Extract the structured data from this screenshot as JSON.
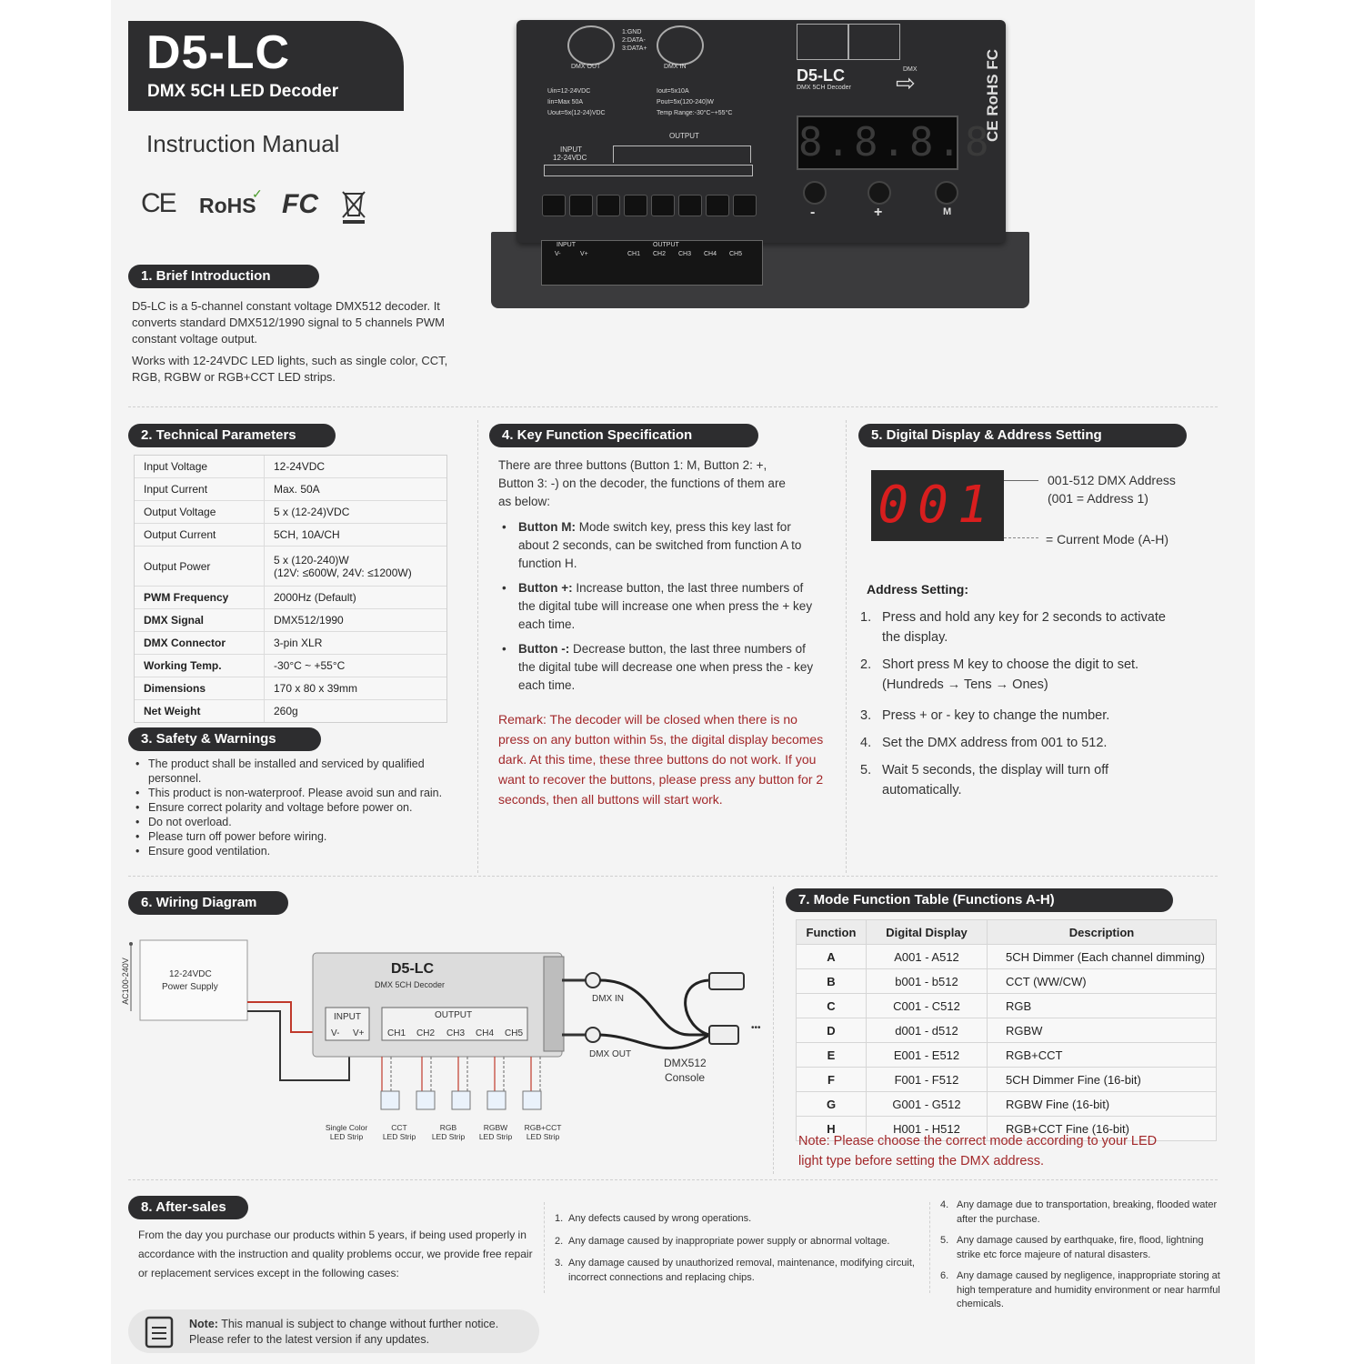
{
  "header": {
    "model": "D5-LC",
    "subtitle": "DMX 5CH LED Decoder",
    "doc_type": "Instruction Manual",
    "cert_marks": [
      "CE",
      "RoHS",
      "FC",
      "WEEE"
    ]
  },
  "device_photo": {
    "model": "D5-LC",
    "subtitle": "DMX 5CH Decoder",
    "dmx_out": "DMX OUT",
    "dmx_in": "DMX IN",
    "pinout": [
      "1:GND",
      "2:DATA-",
      "3:DATA+"
    ],
    "specs_left": [
      "Uin=12-24VDC",
      "Iin=Max 50A",
      "Uout=5x(12-24)VDC"
    ],
    "specs_right": [
      "Iout=5x10A",
      "Pout=5x(120-240)W",
      "Temp Range:-30°C~+55°C"
    ],
    "output_label": "OUTPUT",
    "input_label": "INPUT",
    "input_voltage": "12-24VDC",
    "display": "8.8.8.8",
    "buttons": [
      "-",
      "+",
      "M"
    ],
    "side_marks": "CE RoHS FC",
    "dmx_arrow": "DMX",
    "top_jacks": [
      "DMX OUT",
      "DMX IN"
    ],
    "channels": [
      "CH1",
      "CH2",
      "CH3",
      "CH4",
      "CH5"
    ],
    "front_input": [
      "V-",
      "V+"
    ]
  },
  "sec1": {
    "title": "1.  Brief Introduction",
    "p1": "D5-LC is a 5-channel constant voltage DMX512 decoder. It converts standard DMX512/1990 signal to 5 channels PWM constant voltage output.",
    "p2": "Works with 12-24VDC LED lights, such as single color, CCT, RGB, RGBW or RGB+CCT LED strips."
  },
  "sec2": {
    "title": "2.  Technical Parameters",
    "rows": [
      {
        "k": "Input Voltage",
        "v": "12-24VDC",
        "bold": false
      },
      {
        "k": "Input Current",
        "v": "Max. 50A",
        "bold": false
      },
      {
        "k": "Output Voltage",
        "v": "5 x (12-24)VDC",
        "bold": false
      },
      {
        "k": "Output Current",
        "v": "5CH, 10A/CH",
        "bold": false
      },
      {
        "k": "Output Power",
        "v": "5 x (120-240)W",
        "v2": "(12V: ≤600W, 24V: ≤1200W)",
        "bold": false
      },
      {
        "k": "PWM Frequency",
        "v": "2000Hz (Default)",
        "bold": true
      },
      {
        "k": "DMX Signal",
        "v": "DMX512/1990",
        "bold": true
      },
      {
        "k": "DMX Connector",
        "v": "3-pin XLR",
        "bold": true
      },
      {
        "k": "Working Temp.",
        "v": "-30°C ~ +55°C",
        "bold": true
      },
      {
        "k": "Dimensions",
        "v": "170 x 80 x 39mm",
        "bold": true
      },
      {
        "k": "Net Weight",
        "v": "260g",
        "bold": true
      }
    ]
  },
  "sec3": {
    "title": "3.  Safety & Warnings",
    "items": [
      "The product shall be installed and serviced by qualified personnel.",
      "This product is non-waterproof. Please avoid sun and rain.",
      "Ensure correct polarity and voltage before power on.",
      "Do not overload.",
      "Please turn off power before wiring.",
      "Ensure good ventilation."
    ]
  },
  "sec4": {
    "title": "4.  Key Function Specification",
    "intro": "There are three buttons (Button 1: M, Button 2: +, Button 3: -) on the decoder, the functions of them are as below:",
    "items": [
      {
        "b": "Button M:",
        "t": " Mode switch key, press this key last for about 2 seconds, can be switched from function A to function H."
      },
      {
        "b": "Button +:",
        "t": " Increase button, the last three numbers of the digital tube will increase one when press the + key each time."
      },
      {
        "b": "Button -:",
        "t": " Decrease button, the last three numbers of the digital tube will decrease one when press the - key each time."
      }
    ],
    "remark": "Remark: The decoder will be closed when there is no press on any button within 5s, the digital display becomes dark. At this time, these three buttons do not work. If you want to recover the buttons, please press any button for 2 seconds, then all buttons will start work."
  },
  "sec5": {
    "title": "5.  Digital Display & Address Setting",
    "display": "001",
    "callout1a": "001-512 DMX Address",
    "callout1b": "(001 = Address 1)",
    "callout2": "= Current Mode (A-H)",
    "subtitle": "Address Setting:",
    "steps": [
      {
        "n": "1.",
        "a": "Press and hold any key for 2 seconds to activate",
        "b": "the display."
      },
      {
        "n": "2.",
        "a": "Short press M key to choose the digit to set.",
        "b": "(Hundreds → Tens → Ones)"
      },
      {
        "n": "3.",
        "a": "Press + or - key to change the number.",
        "b": ""
      },
      {
        "n": "4.",
        "a": "Set the DMX address from 001 to 512.",
        "b": ""
      },
      {
        "n": "5.",
        "a": "Wait 5 seconds, the display will turn off",
        "b": "automatically."
      }
    ]
  },
  "sec6": {
    "title": "6.  Wiring Diagram",
    "psu_line1": "12-24VDC",
    "psu_line2": "Power Supply",
    "psu_ac": "AC100-240V",
    "dev_model": "D5-LC",
    "dev_sub": "DMX 5CH Decoder",
    "input": "INPUT",
    "output": "OUTPUT",
    "in_terms": [
      "V-",
      "V+"
    ],
    "channels": [
      "CH1",
      "CH2",
      "CH3",
      "CH4",
      "CH5"
    ],
    "dmx_in": "DMX IN",
    "dmx_out": "DMX OUT",
    "console1": "DMX512",
    "console2": "Console",
    "strips": [
      {
        "a": "Single Color",
        "b": "LED Strip"
      },
      {
        "a": "CCT",
        "b": "LED Strip"
      },
      {
        "a": "RGB",
        "b": "LED Strip"
      },
      {
        "a": "RGBW",
        "b": "LED Strip"
      },
      {
        "a": "RGB+CCT",
        "b": "LED Strip"
      }
    ],
    "dots": "•••"
  },
  "sec7": {
    "title": "7.  Mode Function Table (Functions A-H)",
    "headers": [
      "Function",
      "Digital Display",
      "Description"
    ],
    "rows": [
      [
        "A",
        "A001 - A512",
        "5CH Dimmer (Each channel dimming)"
      ],
      [
        "B",
        "b001 - b512",
        "CCT (WW/CW)"
      ],
      [
        "C",
        "C001 - C512",
        "RGB"
      ],
      [
        "D",
        "d001 - d512",
        "RGBW"
      ],
      [
        "E",
        "E001 - E512",
        "RGB+CCT"
      ],
      [
        "F",
        "F001 - F512",
        "5CH Dimmer Fine (16-bit)"
      ],
      [
        "G",
        "G001 - G512",
        "RGBW Fine (16-bit)"
      ],
      [
        "H",
        "H001 - H512",
        "RGB+CCT Fine (16-bit)"
      ]
    ],
    "note": "Note: Please choose the correct mode according to your LED light type before setting the DMX address."
  },
  "sec8": {
    "title": "8.  After-sales",
    "intro": "From the day you purchase our products within 5 years, if being used properly in accordance with the instruction and quality problems occur, we provide free repair or replacement services except in the following cases:",
    "cases_mid": [
      {
        "n": "1.",
        "t": "Any defects caused by wrong operations."
      },
      {
        "n": "2.",
        "t": "Any damage caused by inappropriate power supply or abnormal voltage."
      },
      {
        "n": "3.",
        "t": "Any damage caused by unauthorized removal, maintenance, modifying circuit, incorrect connections and replacing chips."
      }
    ],
    "cases_right": [
      {
        "n": "4.",
        "t": "Any damage due to transportation, breaking, flooded water after the purchase."
      },
      {
        "n": "5.",
        "t": "Any damage caused by earthquake, fire, flood, lightning strike etc force majeure of natural disasters."
      },
      {
        "n": "6.",
        "t": "Any damage caused by negligence, inappropriate storing at high temperature and humidity environment or near harmful chemicals."
      }
    ],
    "note_bold": "Note:",
    "note_text": " This manual is subject to change without further notice.",
    "note_text2": "Please refer to the latest version if any updates."
  }
}
